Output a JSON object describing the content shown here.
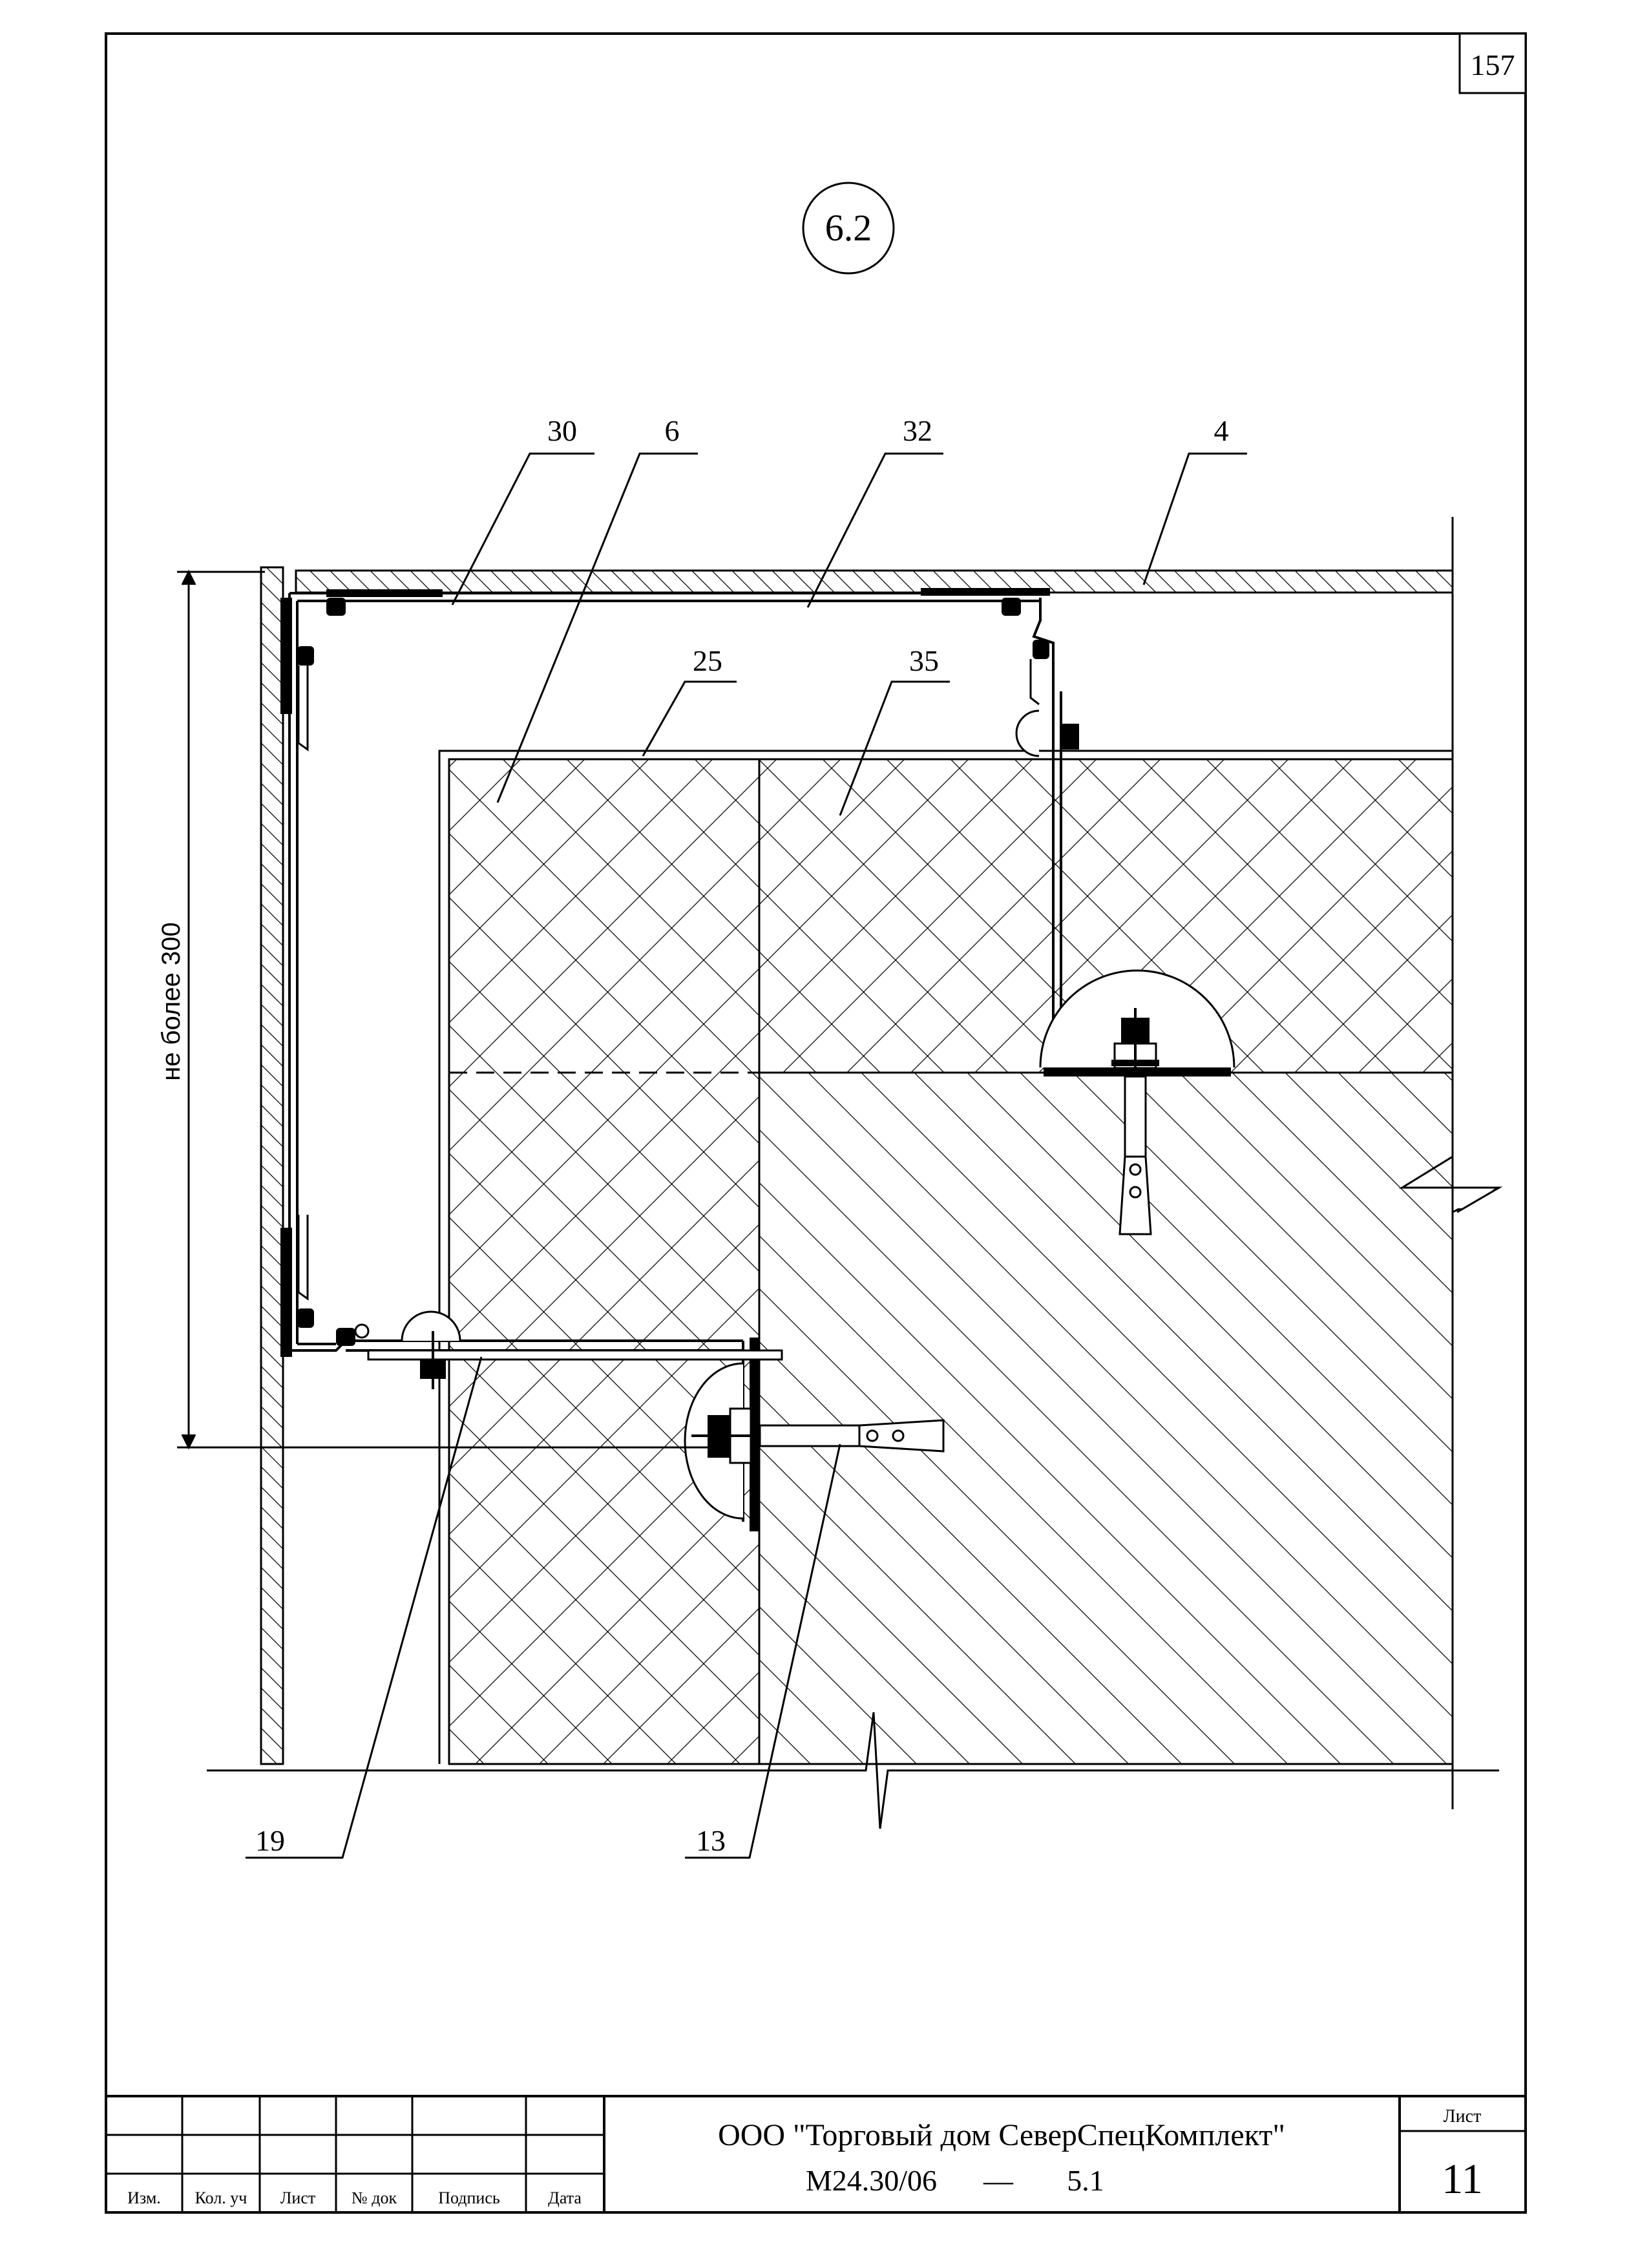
{
  "sheet_corner_number": "157",
  "detail_id": "6.2",
  "callouts": {
    "c30": "30",
    "c6": "6",
    "c32": "32",
    "c4": "4",
    "c25": "25",
    "c35": "35",
    "c19": "19",
    "c13": "13"
  },
  "dimension_text": "не более 300",
  "title_block": {
    "organization": "ООО \"Торговый дом СеверСпецКомплект\"",
    "document_code": "М24.30/06",
    "dash": "—",
    "section": "5.1",
    "sheet_label": "Лист",
    "sheet_number": "11",
    "columns": [
      "Изм.",
      "Кол. уч",
      "Лист",
      "№ док",
      "Подпись",
      "Дата"
    ]
  }
}
